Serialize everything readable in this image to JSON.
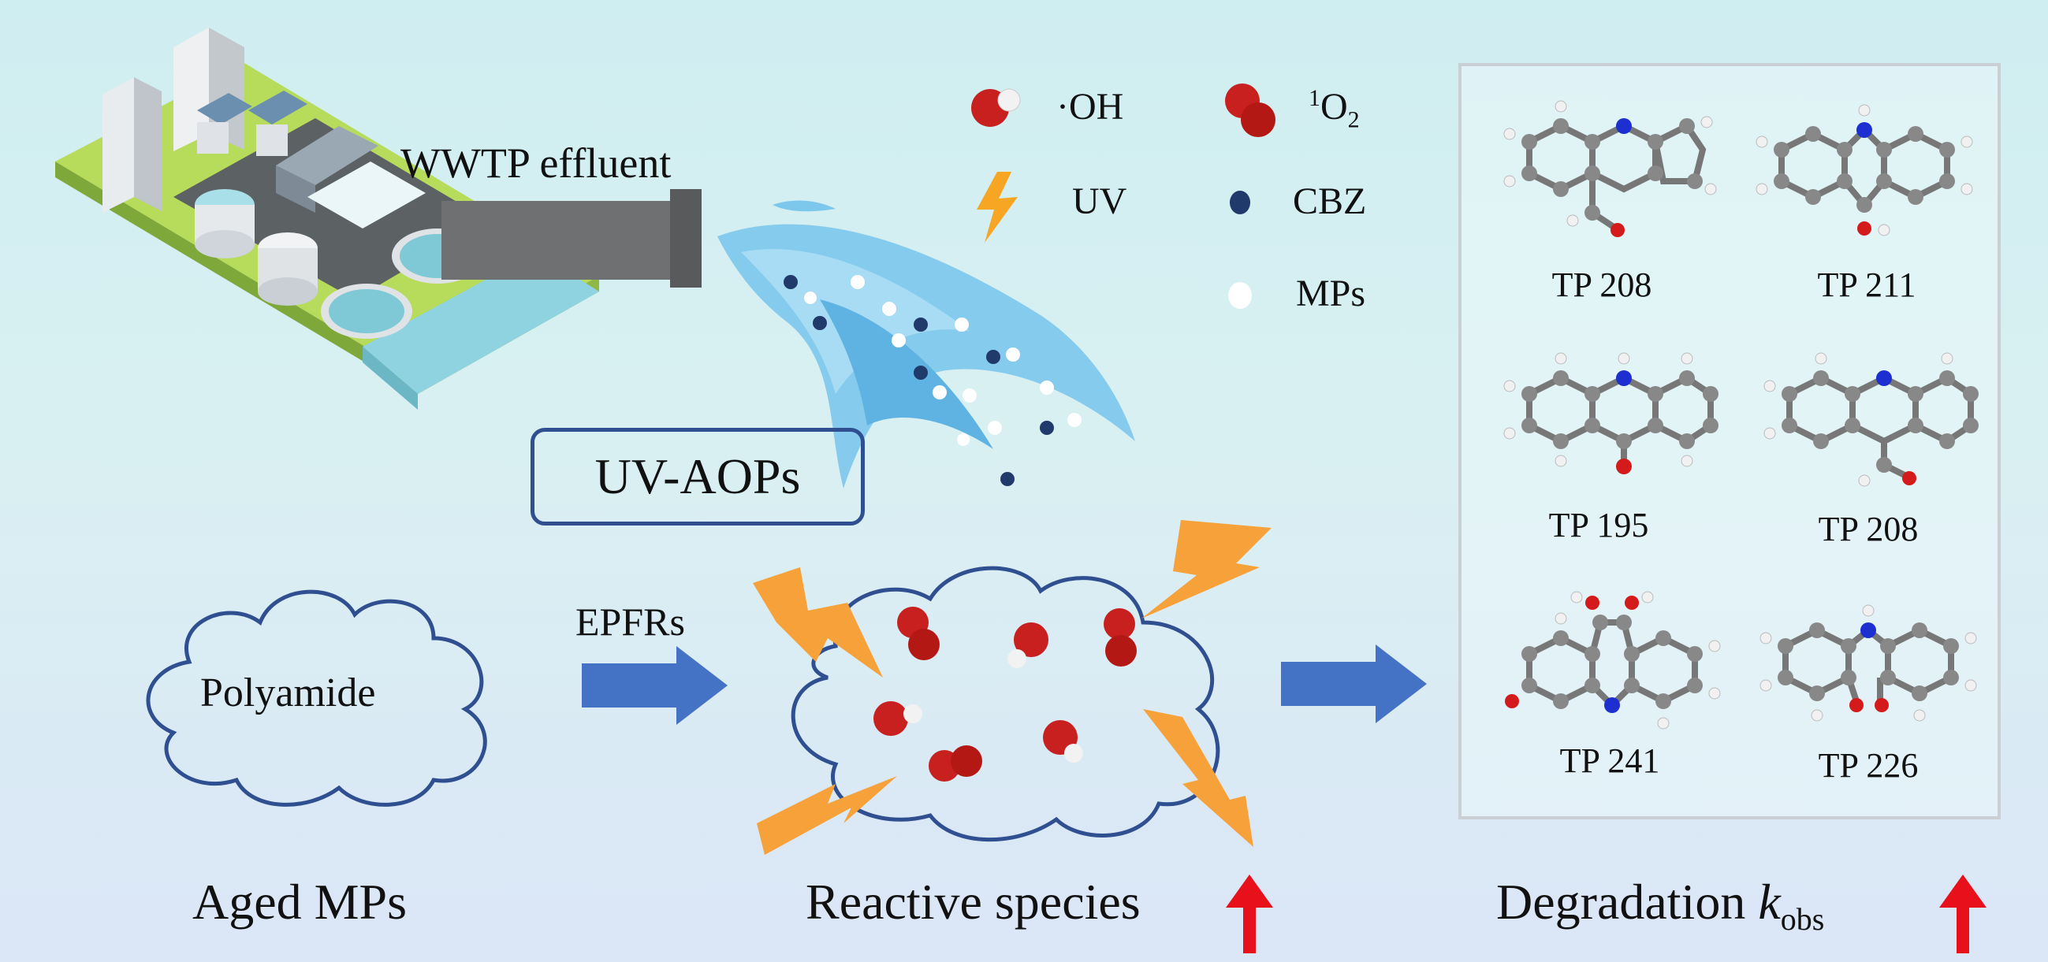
{
  "wwtp": {
    "effluent_label": "WWTP effluent"
  },
  "legend": {
    "oh": "·OH",
    "singlet_oxygen_sup": "1",
    "singlet_oxygen_main": "O",
    "singlet_oxygen_sub": "2",
    "uv": "UV",
    "cbz": "CBZ",
    "mps": "MPs"
  },
  "process": {
    "uv_aops": "UV-AOPs",
    "polyamide": "Polyamide",
    "epfrs": "EPFRs"
  },
  "bottom": {
    "aged_mps": "Aged MPs",
    "reactive_species": "Reactive species",
    "degradation": "Degradation",
    "k_main": "k",
    "k_sub": "obs"
  },
  "products": [
    "TP 208",
    "TP 211",
    "TP 195",
    "TP 208",
    "TP 241",
    "TP 226"
  ],
  "colors": {
    "arrow_blue": "#4472c4",
    "cloud_stroke": "#2f4f91",
    "red_arrow": "#e8101a",
    "oxygen": "#c8201f",
    "carbon": "#808080"
  }
}
